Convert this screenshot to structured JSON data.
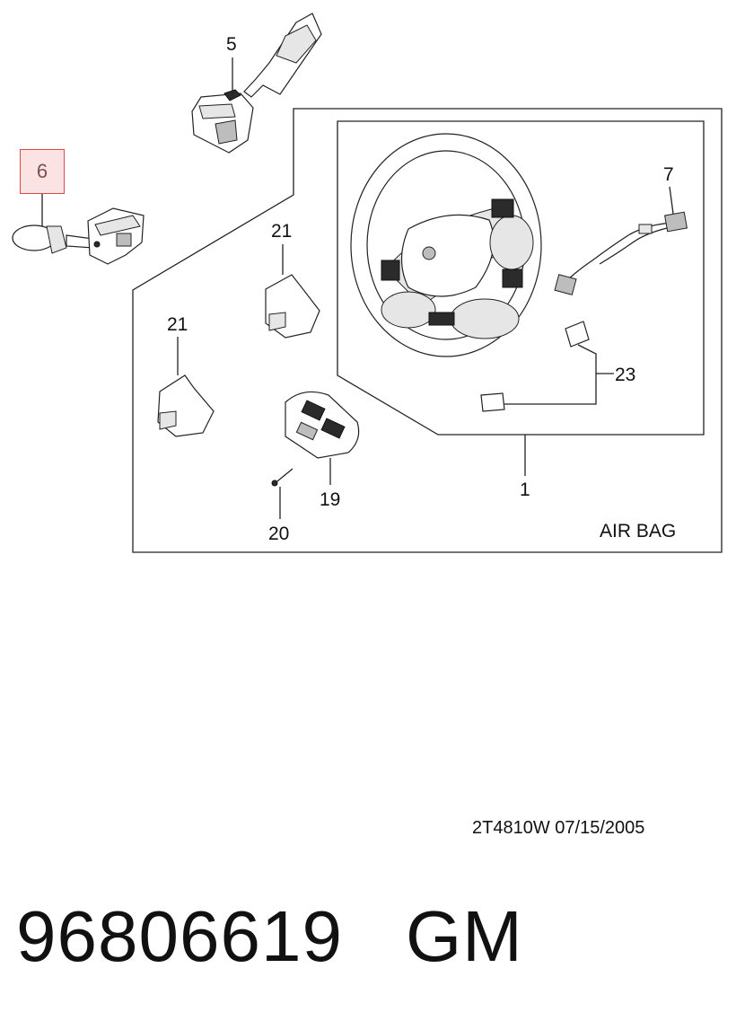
{
  "highlighted_callout": "6",
  "callouts": {
    "c5": "5",
    "c6": "6",
    "c7": "7",
    "c21a": "21",
    "c21b": "21",
    "c23": "23",
    "c1": "1",
    "c19": "19",
    "c20": "20"
  },
  "group_label": "AIR BAG",
  "diagram_ref": "2T4810W  07/15/2005",
  "part_number": "96806619",
  "brand": "GM",
  "colors": {
    "highlight_border": "#d94a4a",
    "highlight_fill": "#fbe3e3",
    "line": "#222222"
  }
}
